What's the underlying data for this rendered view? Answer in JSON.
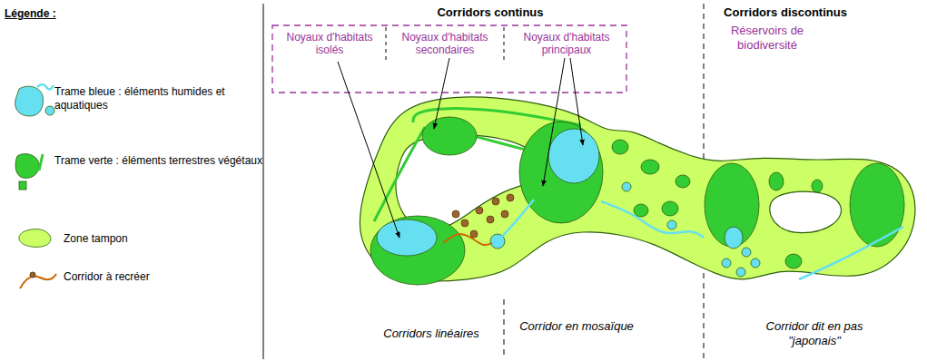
{
  "diagram": {
    "labels": [
      "Légende :",
      "Corridors continus",
      "Corridors discontinus",
      "Noyaux d'habitats isolés",
      "Noyaux d'habitats secondaires",
      "Noyaux d'habitats principaux",
      "Réservoirs de biodiversité",
      "Corridors linéaires",
      "Corridor en mosaïque",
      "Corridor dit en pas \"japonais\""
    ],
    "legend": [
      {
        "text": "Trame bleue : éléments humides et aquatiques",
        "color": "#66e0f0"
      },
      {
        "text": "Trame verte : éléments terrestres végétaux",
        "color": "#33cc33"
      },
      {
        "text": "Zone tampon",
        "color": "#ccff66"
      },
      {
        "text": "Corridor à recréer"
      }
    ]
  }
}
